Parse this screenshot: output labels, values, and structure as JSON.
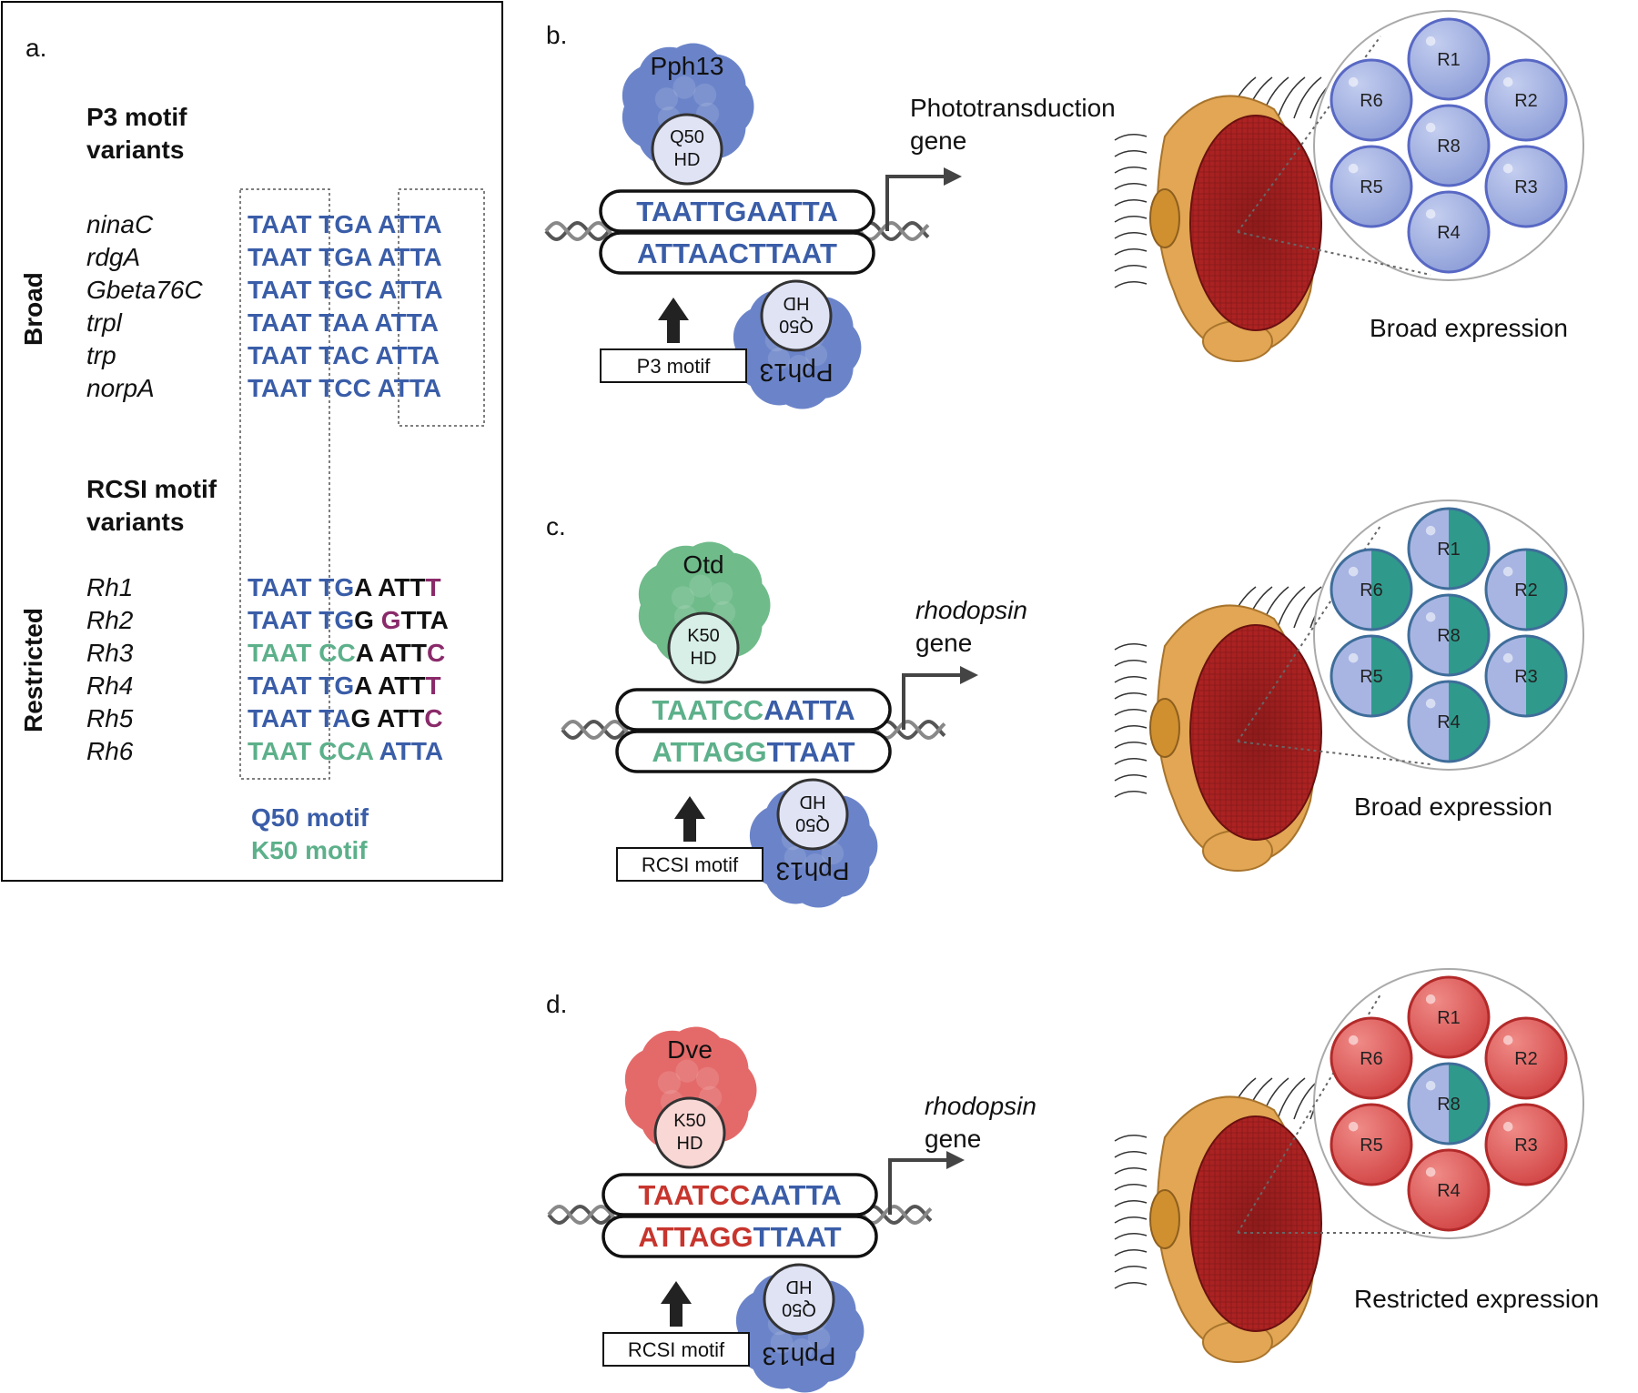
{
  "colors": {
    "blue": "#3a5da8",
    "green": "#5cb08a",
    "red": "#c7352d",
    "purple": "#8a2a6a",
    "black": "#111111",
    "pph13_fill": "#6b84c9",
    "otd_fill": "#6fbb8a",
    "dve_fill": "#e46a6a",
    "cell_blue": "#a6b4e2",
    "cell_teal": "#2f9a8c",
    "cell_red": "#df5c5c"
  },
  "panel_a": {
    "label": "a.",
    "p3_heading_1": "P3 motif",
    "p3_heading_2": "variants",
    "rcsi_heading_1": "RCSI motif",
    "rcsi_heading_2": "variants",
    "broad_side": "Broad",
    "restricted_side": "Restricted",
    "p3_rows": [
      {
        "gene": "ninaC",
        "segs": [
          [
            "TAAT",
            "blue"
          ],
          [
            " TGA",
            "blue"
          ],
          [
            " ATTA",
            "blue"
          ]
        ]
      },
      {
        "gene": "rdgA",
        "segs": [
          [
            "TAAT",
            "blue"
          ],
          [
            " TGA",
            "blue"
          ],
          [
            " ATTA",
            "blue"
          ]
        ]
      },
      {
        "gene": "Gbeta76C",
        "segs": [
          [
            "TAAT",
            "blue"
          ],
          [
            " TGC",
            "blue"
          ],
          [
            " ATTA",
            "blue"
          ]
        ]
      },
      {
        "gene": "trpl",
        "segs": [
          [
            "TAAT",
            "blue"
          ],
          [
            " TAA",
            "blue"
          ],
          [
            " ATTA",
            "blue"
          ]
        ]
      },
      {
        "gene": "trp",
        "segs": [
          [
            "TAAT",
            "blue"
          ],
          [
            " TAC",
            "blue"
          ],
          [
            " ATTA",
            "blue"
          ]
        ]
      },
      {
        "gene": "norpA",
        "segs": [
          [
            "TAAT",
            "blue"
          ],
          [
            " TCC",
            "blue"
          ],
          [
            " ATTA",
            "blue"
          ]
        ]
      }
    ],
    "rcsi_rows": [
      {
        "gene": "Rh1",
        "segs": [
          [
            "TAAT",
            "blue"
          ],
          [
            " TG",
            "blue"
          ],
          [
            "A ATT",
            "black"
          ],
          [
            "T",
            "purple"
          ]
        ]
      },
      {
        "gene": "Rh2",
        "segs": [
          [
            "TAAT",
            "blue"
          ],
          [
            " TG",
            "blue"
          ],
          [
            "G ",
            "black"
          ],
          [
            "G",
            "purple"
          ],
          [
            "TTA",
            "black"
          ]
        ]
      },
      {
        "gene": "Rh3",
        "segs": [
          [
            "TAAT",
            "green"
          ],
          [
            " CC",
            "green"
          ],
          [
            "A ATT",
            "black"
          ],
          [
            "C",
            "purple"
          ]
        ]
      },
      {
        "gene": "Rh4",
        "segs": [
          [
            "TAAT",
            "blue"
          ],
          [
            " TG",
            "blue"
          ],
          [
            "A ATT",
            "black"
          ],
          [
            "T",
            "purple"
          ]
        ]
      },
      {
        "gene": "Rh5",
        "segs": [
          [
            "TAAT",
            "blue"
          ],
          [
            " TA",
            "blue"
          ],
          [
            "G ATT",
            "black"
          ],
          [
            "C",
            "purple"
          ]
        ]
      },
      {
        "gene": "Rh6",
        "segs": [
          [
            "TAAT",
            "green"
          ],
          [
            " CCA",
            "green"
          ],
          [
            " ATTA",
            "blue"
          ]
        ]
      }
    ],
    "legend_q50": "Q50 motif",
    "legend_k50": "K50 motif"
  },
  "panel_b": {
    "label": "b.",
    "tf_name": "Pph13",
    "tf_hd_1": "Q50",
    "tf_hd_2": "HD",
    "bottom_tf_name": "Pph13",
    "bottom_hd_1": "Q50",
    "bottom_hd_2": "HD",
    "strand_top": [
      [
        "TAATTGAATTA",
        "blue"
      ]
    ],
    "strand_bottom": [
      [
        "ATTAACTTAAT",
        "blue"
      ]
    ],
    "motif_box": "P3 motif",
    "gene_1": "Phototransduction",
    "gene_2": "gene",
    "expression": "Broad expression",
    "cells": [
      {
        "id": "R1",
        "style": "blue"
      },
      {
        "id": "R2",
        "style": "blue"
      },
      {
        "id": "R3",
        "style": "blue"
      },
      {
        "id": "R4",
        "style": "blue"
      },
      {
        "id": "R5",
        "style": "blue"
      },
      {
        "id": "R6",
        "style": "blue"
      },
      {
        "id": "R8",
        "style": "blue"
      }
    ]
  },
  "panel_c": {
    "label": "c.",
    "tf_name": "Otd",
    "tf_hd_1": "K50",
    "tf_hd_2": "HD",
    "bottom_tf_name": "Pph13",
    "bottom_hd_1": "Q50",
    "bottom_hd_2": "HD",
    "strand_top": [
      [
        "TAATCC",
        "green"
      ],
      [
        "AATTA",
        "blue"
      ]
    ],
    "strand_bottom": [
      [
        "ATTAGG",
        "green"
      ],
      [
        "TTAAT",
        "blue"
      ]
    ],
    "motif_box": "RCSI motif",
    "gene_1": "rhodopsin",
    "gene_2": "gene",
    "expression": "Broad expression",
    "cells": [
      {
        "id": "R1",
        "style": "split"
      },
      {
        "id": "R2",
        "style": "split"
      },
      {
        "id": "R3",
        "style": "split"
      },
      {
        "id": "R4",
        "style": "split"
      },
      {
        "id": "R5",
        "style": "split"
      },
      {
        "id": "R6",
        "style": "split"
      },
      {
        "id": "R8",
        "style": "split"
      }
    ]
  },
  "panel_d": {
    "label": "d.",
    "tf_name": "Dve",
    "tf_hd_1": "K50",
    "tf_hd_2": "HD",
    "bottom_tf_name": "Pph13",
    "bottom_hd_1": "Q50",
    "bottom_hd_2": "HD",
    "strand_top": [
      [
        "TAATCC",
        "red"
      ],
      [
        "AATTA",
        "blue"
      ]
    ],
    "strand_bottom": [
      [
        "ATTAGG",
        "red"
      ],
      [
        "TTAAT",
        "blue"
      ]
    ],
    "motif_box": "RCSI motif",
    "gene_1": "rhodopsin",
    "gene_2": "gene",
    "expression": "Restricted  expression",
    "cells": [
      {
        "id": "R1",
        "style": "red"
      },
      {
        "id": "R2",
        "style": "red"
      },
      {
        "id": "R3",
        "style": "red"
      },
      {
        "id": "R4",
        "style": "red"
      },
      {
        "id": "R5",
        "style": "red"
      },
      {
        "id": "R6",
        "style": "red"
      },
      {
        "id": "R8",
        "style": "split"
      }
    ]
  }
}
